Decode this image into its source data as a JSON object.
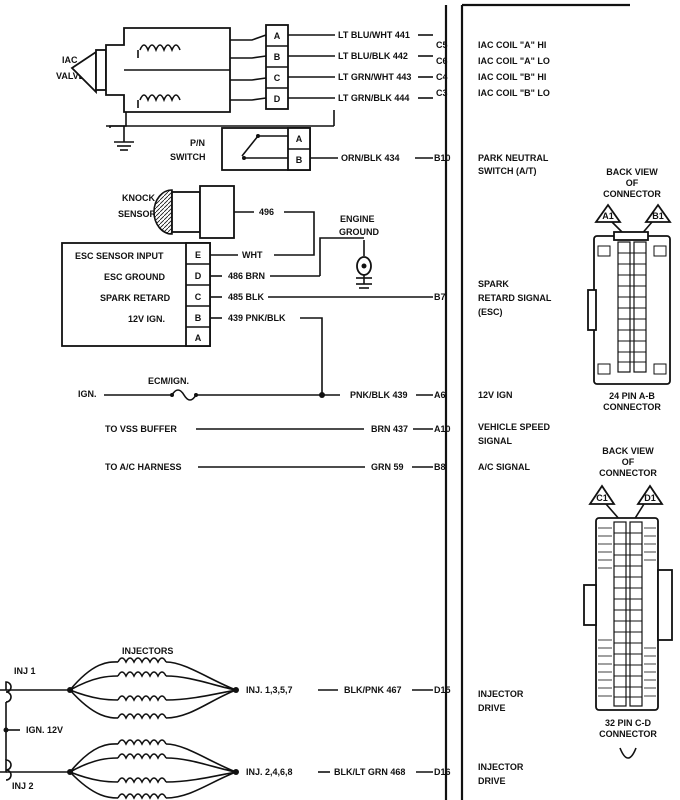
{
  "iac": {
    "label_line1": "IAC",
    "label_line2": "VALVE",
    "pins": [
      "A",
      "B",
      "C",
      "D"
    ],
    "wires": [
      "LT BLU/WHT 441",
      "LT BLU/BLK  442",
      "LT GRN/WHT 443",
      "LT GRN/BLK  444"
    ],
    "ecm_pins": [
      "C5",
      "C6",
      "C4",
      "C3"
    ],
    "functions": [
      "IAC COIL \"A\" HI",
      "IAC COIL \"A\" LO",
      "IAC COIL \"B\" HI",
      "IAC COIL \"B\" LO"
    ]
  },
  "pn": {
    "label_line1": "P/N",
    "label_line2": "SWITCH",
    "pins": [
      "A",
      "B"
    ],
    "wire": "ORN/BLK  434",
    "ecm_pin": "B10",
    "function_line1": "PARK NEUTRAL",
    "function_line2": "SWITCH (A/T)"
  },
  "knock": {
    "label_line1": "KNOCK",
    "label_line2": "SENSOR",
    "wire": "496",
    "ground_line1": "ENGINE",
    "ground_line2": "GROUND"
  },
  "esc": {
    "rows": [
      {
        "label": "ESC SENSOR INPUT",
        "pin": "E",
        "wire": "WHT"
      },
      {
        "label": "ESC GROUND",
        "pin": "D",
        "wire": "486 BRN"
      },
      {
        "label": "SPARK RETARD",
        "pin": "C",
        "wire": "485 BLK"
      },
      {
        "label": "12V IGN.",
        "pin": "B",
        "wire": "439 PNK/BLK"
      },
      {
        "label": "",
        "pin": "A",
        "wire": ""
      }
    ],
    "ecm_pin": "B7",
    "function_line1": "SPARK",
    "function_line2": "RETARD SIGNAL",
    "function_line3": "(ESC)"
  },
  "ign": {
    "label": "IGN.",
    "fuse": "ECM/IGN.",
    "wire": "PNK/BLK 439",
    "ecm_pin": "A6",
    "function": "12V IGN"
  },
  "vss": {
    "label": "TO  VSS BUFFER",
    "wire": "BRN 437",
    "ecm_pin": "A10",
    "function_line1": "VEHICLE SPEED",
    "function_line2": "SIGNAL"
  },
  "ac": {
    "label": "TO A/C HARNESS",
    "wire": "GRN 59",
    "ecm_pin": "B8",
    "function": "A/C SIGNAL"
  },
  "injectors": {
    "title": "INJECTORS",
    "inj1": "INJ 1",
    "inj2": "INJ 2",
    "ign12": "IGN. 12V",
    "bank1": "INJ. 1,3,5,7",
    "bank2": "INJ. 2,4,6,8",
    "wire1": "BLK/PNK 467",
    "wire2": "BLK/LT GRN 468",
    "ecm_pin1": "D15",
    "ecm_pin2": "D16",
    "function1_line1": "INJECTOR",
    "function1_line2": "DRIVE",
    "function2_line1": "INJECTOR",
    "function2_line2": "DRIVE"
  },
  "connector_ab": {
    "header_line1": "BACK VIEW",
    "header_line2": "OF",
    "header_line3": "CONNECTOR",
    "pin_left": "A1",
    "pin_right": "B1",
    "caption_line1": "24 PIN  A-B",
    "caption_line2": "CONNECTOR"
  },
  "connector_cd": {
    "header_line1": "BACK VIEW",
    "header_line2": "OF",
    "header_line3": "CONNECTOR",
    "pin_left": "C1",
    "pin_right": "D1",
    "caption_line1": "32  PIN C-D",
    "caption_line2": "CONNECTOR"
  }
}
